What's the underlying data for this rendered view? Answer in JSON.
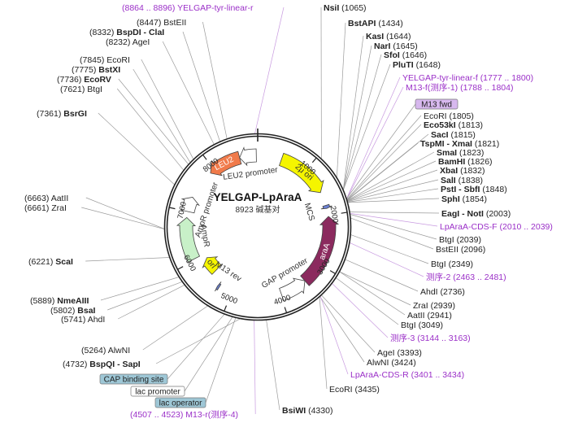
{
  "plasmid": {
    "name": "YELGAP-LpAraA",
    "size_text": "8923 碱基对",
    "length": 8923
  },
  "ticks": [
    {
      "pos": 1000,
      "label": "1000"
    },
    {
      "pos": 2000,
      "label": "2000"
    },
    {
      "pos": 3000,
      "label": "3000"
    },
    {
      "pos": 4000,
      "label": "4000"
    },
    {
      "pos": 5000,
      "label": "5000"
    },
    {
      "pos": 6000,
      "label": "6000"
    },
    {
      "pos": 7000,
      "label": "7000"
    },
    {
      "pos": 8000,
      "label": "8000"
    }
  ],
  "features": [
    {
      "id": "2u-ori",
      "label": "2μ ori",
      "start": 480,
      "end": 1520,
      "ring": "outer",
      "color": "#f5f500",
      "text_color": "#333",
      "dir": 1,
      "label_mode": "arc"
    },
    {
      "id": "leu2",
      "label": "LEU2",
      "start": 7900,
      "end": 8560,
      "ring": "outer",
      "color": "#f07a4a",
      "text_color": "#ffffff",
      "dir": -1,
      "label_mode": "arc"
    },
    {
      "id": "leu2-promoter",
      "label": "LEU2 promoter",
      "start": 8560,
      "end": 8895,
      "ring": "outer",
      "color": "#ffffff",
      "text_color": "#333",
      "dir": -1,
      "label_mode": "side"
    },
    {
      "id": "araa",
      "label": "araA",
      "start": 2020,
      "end": 3440,
      "ring": "outer",
      "color": "#8b2a5e",
      "text_color": "#ffffff",
      "dir": -1,
      "label_mode": "arc"
    },
    {
      "id": "gap-promoter",
      "label": "GAP promoter",
      "start": 3440,
      "end": 3980,
      "ring": "outer",
      "color": "#ffffff",
      "text_color": "#333",
      "dir": -1,
      "label_mode": "side"
    },
    {
      "id": "ampr-promoter",
      "label": "AmpR promoter",
      "start": 7000,
      "end": 7300,
      "ring": "outer",
      "color": "#ffffff",
      "text_color": "#333",
      "dir": 1,
      "label_mode": "side"
    },
    {
      "id": "ampr",
      "label": "AmpR",
      "start": 6030,
      "end": 6880,
      "ring": "outer",
      "color": "#c8f0c8",
      "text_color": "#333",
      "dir": 1,
      "label_mode": "side"
    },
    {
      "id": "ori",
      "label": "ori",
      "start": 5550,
      "end": 5920,
      "ring": "inner",
      "color": "#f5f500",
      "text_color": "#333",
      "dir": 1,
      "label_mode": "arc"
    },
    {
      "id": "m13-rev",
      "label": "M13 rev",
      "start": 5270,
      "end": 5310,
      "ring": "outer",
      "color": "#6a7fd0",
      "text_color": "#333",
      "dir": 1,
      "label_mode": "side"
    },
    {
      "id": "mcs",
      "label": "MCS",
      "start": 1795,
      "end": 1860,
      "ring": "outer",
      "color": "#6a7fd0",
      "text_color": "#333",
      "dir": 1,
      "label_mode": "side"
    }
  ],
  "labels": [
    {
      "id": "yelgap-r",
      "text": "(8864 .. 8896)  YELGAP-tyr-linear-r",
      "kind": "primer",
      "site": 8880
    },
    {
      "id": "bsteii-8447",
      "text": "(8447)  BstEII",
      "kind": "enzyme",
      "site": 8447
    },
    {
      "id": "bspdi",
      "text": "BspDI - ClaI",
      "pre": "(8332)  ",
      "kind": "bold",
      "site": 8332
    },
    {
      "id": "agei-8232",
      "text": "(8232)  AgeI",
      "kind": "enzyme",
      "site": 8232
    },
    {
      "id": "ecori-7845",
      "text": "(7845)  EcoRI",
      "kind": "enzyme",
      "site": 7845
    },
    {
      "id": "bstxi",
      "text": "BstXI",
      "pre": "(7775)  ",
      "kind": "bold",
      "site": 7775
    },
    {
      "id": "ecorv",
      "text": "EcoRV",
      "pre": "(7736)  ",
      "kind": "bold",
      "site": 7736
    },
    {
      "id": "btgi-7621",
      "text": "(7621)  BtgI",
      "kind": "enzyme",
      "site": 7621
    },
    {
      "id": "bsrgi",
      "text": "BsrGI",
      "pre": "(7361)  ",
      "kind": "bold",
      "site": 7361
    },
    {
      "id": "aatii-6663",
      "text": "(6663)  AatII",
      "kind": "enzyme",
      "site": 6663
    },
    {
      "id": "zrai-6661",
      "text": "(6661)  ZraI",
      "kind": "enzyme",
      "site": 6661
    },
    {
      "id": "scai",
      "text": "ScaI",
      "pre": "(6221)  ",
      "kind": "bold",
      "site": 6221
    },
    {
      "id": "nmeaiii",
      "text": "NmeAIII",
      "pre": "(5889)  ",
      "kind": "bold",
      "site": 5889
    },
    {
      "id": "bsai",
      "text": "BsaI",
      "pre": "(5802)  ",
      "kind": "bold",
      "site": 5802
    },
    {
      "id": "ahdi-5741",
      "text": "(5741)  AhdI",
      "kind": "enzyme",
      "site": 5741
    },
    {
      "id": "alwni-5264",
      "text": "(5264)  AlwNI",
      "kind": "enzyme",
      "site": 5264
    },
    {
      "id": "bspqi",
      "text": "BspQI - SapI",
      "pre": "(4732)  ",
      "kind": "bold",
      "site": 4732
    },
    {
      "id": "m13r-4",
      "text": "(4507 .. 4523)  M13-r(测序-4)",
      "kind": "primer",
      "site": 4515
    },
    {
      "id": "bsiwi",
      "text": "BsiWI",
      "post": "  (4330)",
      "kind": "bold",
      "site": 4330
    },
    {
      "id": "nsii",
      "text": "NsiI",
      "post": "  (1065)",
      "kind": "bold",
      "site": 1065
    },
    {
      "id": "bstapi",
      "text": "BstAPI",
      "post": "  (1434)",
      "kind": "bold",
      "site": 1434
    },
    {
      "id": "kasi",
      "text": "KasI",
      "post": "  (1644)",
      "kind": "bold",
      "site": 1644
    },
    {
      "id": "nari",
      "text": "NarI",
      "post": "  (1645)",
      "kind": "bold",
      "site": 1645
    },
    {
      "id": "sfoi",
      "text": "SfoI",
      "post": "  (1646)",
      "kind": "bold",
      "site": 1646
    },
    {
      "id": "plutI",
      "text": "PluTI",
      "post": "  (1648)",
      "kind": "bold",
      "site": 1648
    },
    {
      "id": "yelgap-f",
      "text": "YELGAP-tyr-linear-f    (1777 .. 1800)",
      "kind": "primer",
      "site": 1790
    },
    {
      "id": "m13f-1",
      "text": "M13-f(测序-1)    (1788 .. 1804)",
      "kind": "primer",
      "site": 1796
    },
    {
      "id": "ecori-1805",
      "text": "EcoRI  (1805)",
      "kind": "enzyme",
      "site": 1805
    },
    {
      "id": "eco53ki",
      "text": "Eco53kI",
      "post": "  (1813)",
      "kind": "bold",
      "site": 1813
    },
    {
      "id": "saci",
      "text": "SacI",
      "post": "  (1815)",
      "kind": "bold",
      "site": 1815
    },
    {
      "id": "tspmi",
      "text": "TspMI - XmaI",
      "post": "  (1821)",
      "kind": "bold",
      "site": 1821
    },
    {
      "id": "smai",
      "text": "SmaI",
      "post": "  (1823)",
      "kind": "bold",
      "site": 1823
    },
    {
      "id": "bamhi",
      "text": "BamHI",
      "post": "  (1826)",
      "kind": "bold",
      "site": 1826
    },
    {
      "id": "xbai",
      "text": "XbaI",
      "post": "  (1832)",
      "kind": "bold",
      "site": 1832
    },
    {
      "id": "sali",
      "text": "SalI",
      "post": "  (1838)",
      "kind": "bold",
      "site": 1838
    },
    {
      "id": "psti",
      "text": "PstI - SbfI",
      "post": "  (1848)",
      "kind": "bold",
      "site": 1848
    },
    {
      "id": "sphi",
      "text": "SphI",
      "post": "  (1854)",
      "kind": "bold",
      "site": 1854
    },
    {
      "id": "eagi",
      "text": "EagI - NotI",
      "post": "  (2003)",
      "kind": "bold",
      "site": 2003
    },
    {
      "id": "lpara-f",
      "text": "LpAraA-CDS-F    (2010 .. 2039)",
      "kind": "primer",
      "site": 2025
    },
    {
      "id": "btgi-2039",
      "text": "BtgI  (2039)",
      "kind": "enzyme",
      "site": 2039
    },
    {
      "id": "bsteii-2096",
      "text": "BstEII  (2096)",
      "kind": "enzyme",
      "site": 2096
    },
    {
      "id": "btgi-2349",
      "text": "BtgI  (2349)",
      "kind": "enzyme",
      "site": 2349
    },
    {
      "id": "seq2",
      "text": "测序-2    (2463 .. 2481)",
      "kind": "primer",
      "site": 2472
    },
    {
      "id": "ahdi-2736",
      "text": "AhdI  (2736)",
      "kind": "enzyme",
      "site": 2736
    },
    {
      "id": "zrai-2939",
      "text": "ZraI  (2939)",
      "kind": "enzyme",
      "site": 2939
    },
    {
      "id": "aatii-2941",
      "text": "AatII  (2941)",
      "kind": "enzyme",
      "site": 2941
    },
    {
      "id": "btgi-3049",
      "text": "BtgI  (3049)",
      "kind": "enzyme",
      "site": 3049
    },
    {
      "id": "seq3",
      "text": "测序-3    (3144 .. 3163)",
      "kind": "primer",
      "site": 3153
    },
    {
      "id": "agei-3393",
      "text": "AgeI  (3393)",
      "kind": "enzyme",
      "site": 3393
    },
    {
      "id": "alwni-3424",
      "text": "AlwNI  (3424)",
      "kind": "enzyme",
      "site": 3424
    },
    {
      "id": "lpara-r",
      "text": "LpAraA-CDS-R    (3401 .. 3434)",
      "kind": "primer",
      "site": 3417
    },
    {
      "id": "ecori-3435",
      "text": "EcoRI  (3435)",
      "kind": "enzyme",
      "site": 3435
    }
  ],
  "boxed_labels": [
    {
      "id": "m13-fwd",
      "text": "M13 fwd",
      "fill": "#d7b8ee",
      "site": 1790
    },
    {
      "id": "cap-site",
      "text": "CAP binding site",
      "fill": "#9ec7d6",
      "site": 4980
    },
    {
      "id": "lac-promoter",
      "text": "lac promoter",
      "fill": "#ffffff",
      "site": 4850
    },
    {
      "id": "lac-operator",
      "text": "lac operator",
      "fill": "#9ec7d6",
      "site": 4800
    }
  ],
  "colors": {
    "backbone": "#222222",
    "primer": "#9b30c8",
    "leader": "#888888"
  }
}
